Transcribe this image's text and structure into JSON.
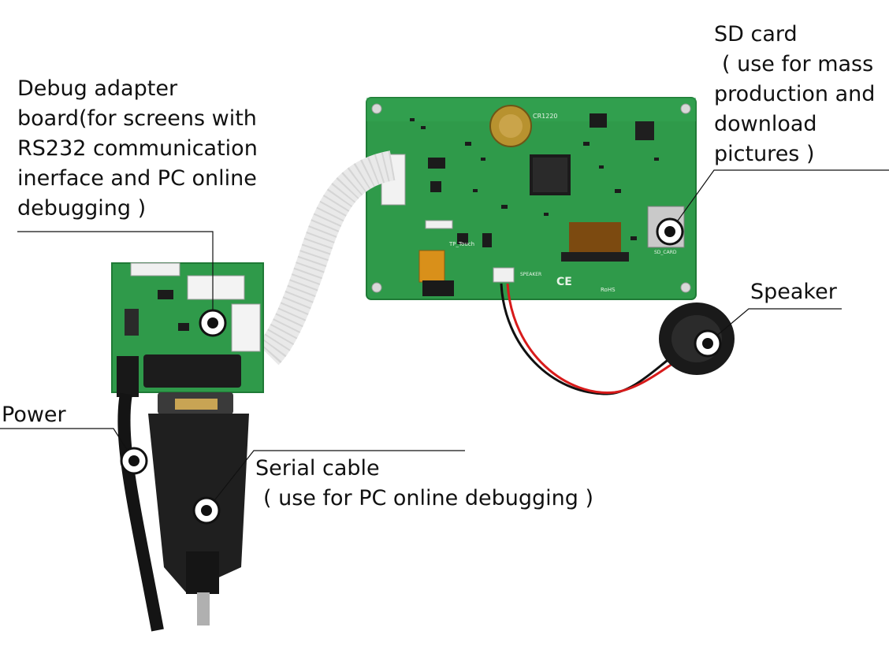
{
  "labels": {
    "debug_adapter": {
      "lines": [
        "Debug adapter",
        "board(for screens with",
        "RS232 communication",
        "inerface and PC online",
        "debugging )"
      ]
    },
    "sd_card": {
      "lines": [
        "SD card",
        "( use for mass",
        "production and",
        "download",
        "pictures )"
      ]
    },
    "speaker": {
      "lines": [
        "Speaker"
      ]
    },
    "power": {
      "lines": [
        "Power"
      ]
    },
    "serial_cable": {
      "lines": [
        "Serial cable",
        "( use for PC online debugging )"
      ]
    }
  },
  "board_silkscreen": {
    "battery_label": "CR1220",
    "speaker_port": "SPEAKER",
    "touch_label": "TP_Touch",
    "sd_slot": "SD_CARD",
    "rohs": "RoHS"
  },
  "colors": {
    "pcb_green": "#2f9a4a",
    "pcb_dark": "#1e7a36",
    "marker": "#111111",
    "wire_red": "#d81b1b",
    "wire_black": "#111111",
    "cable_white": "#eeeeee"
  }
}
